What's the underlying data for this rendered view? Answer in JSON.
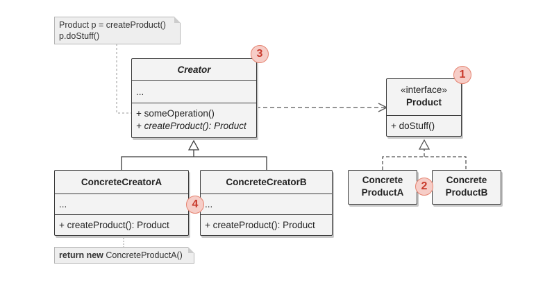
{
  "notes": {
    "top": {
      "line1": "Product p = createProduct()",
      "line2": "p.doStuff()"
    },
    "bottom": {
      "keyword": "return new",
      "rest": " ConcreteProductA()"
    }
  },
  "creator": {
    "name": "Creator",
    "fields": "...",
    "method1": "+ someOperation()",
    "method2": "+ createProduct(): Product"
  },
  "concrete_creator_a": {
    "name": "ConcreteCreatorA",
    "fields": "...",
    "method": "+ createProduct(): Product"
  },
  "concrete_creator_b": {
    "name": "ConcreteCreatorB",
    "fields": "...",
    "method": "+ createProduct(): Product"
  },
  "product": {
    "stereotype": "«interface»",
    "name": "Product",
    "method": "+ doStuff()"
  },
  "concrete_product_a": {
    "line1": "Concrete",
    "line2": "ProductA"
  },
  "concrete_product_b": {
    "line1": "Concrete",
    "line2": "ProductB"
  },
  "badges": {
    "product": "1",
    "concrete_products": "2",
    "creator": "3",
    "concrete_creators": "4"
  },
  "colors": {
    "box_fill": "#f3f3f3",
    "box_border": "#3a3a3a",
    "note_fill": "#eeeeee",
    "badge_fill": "#f6cdc7",
    "badge_text": "#c8392b",
    "connector": "#555555"
  }
}
